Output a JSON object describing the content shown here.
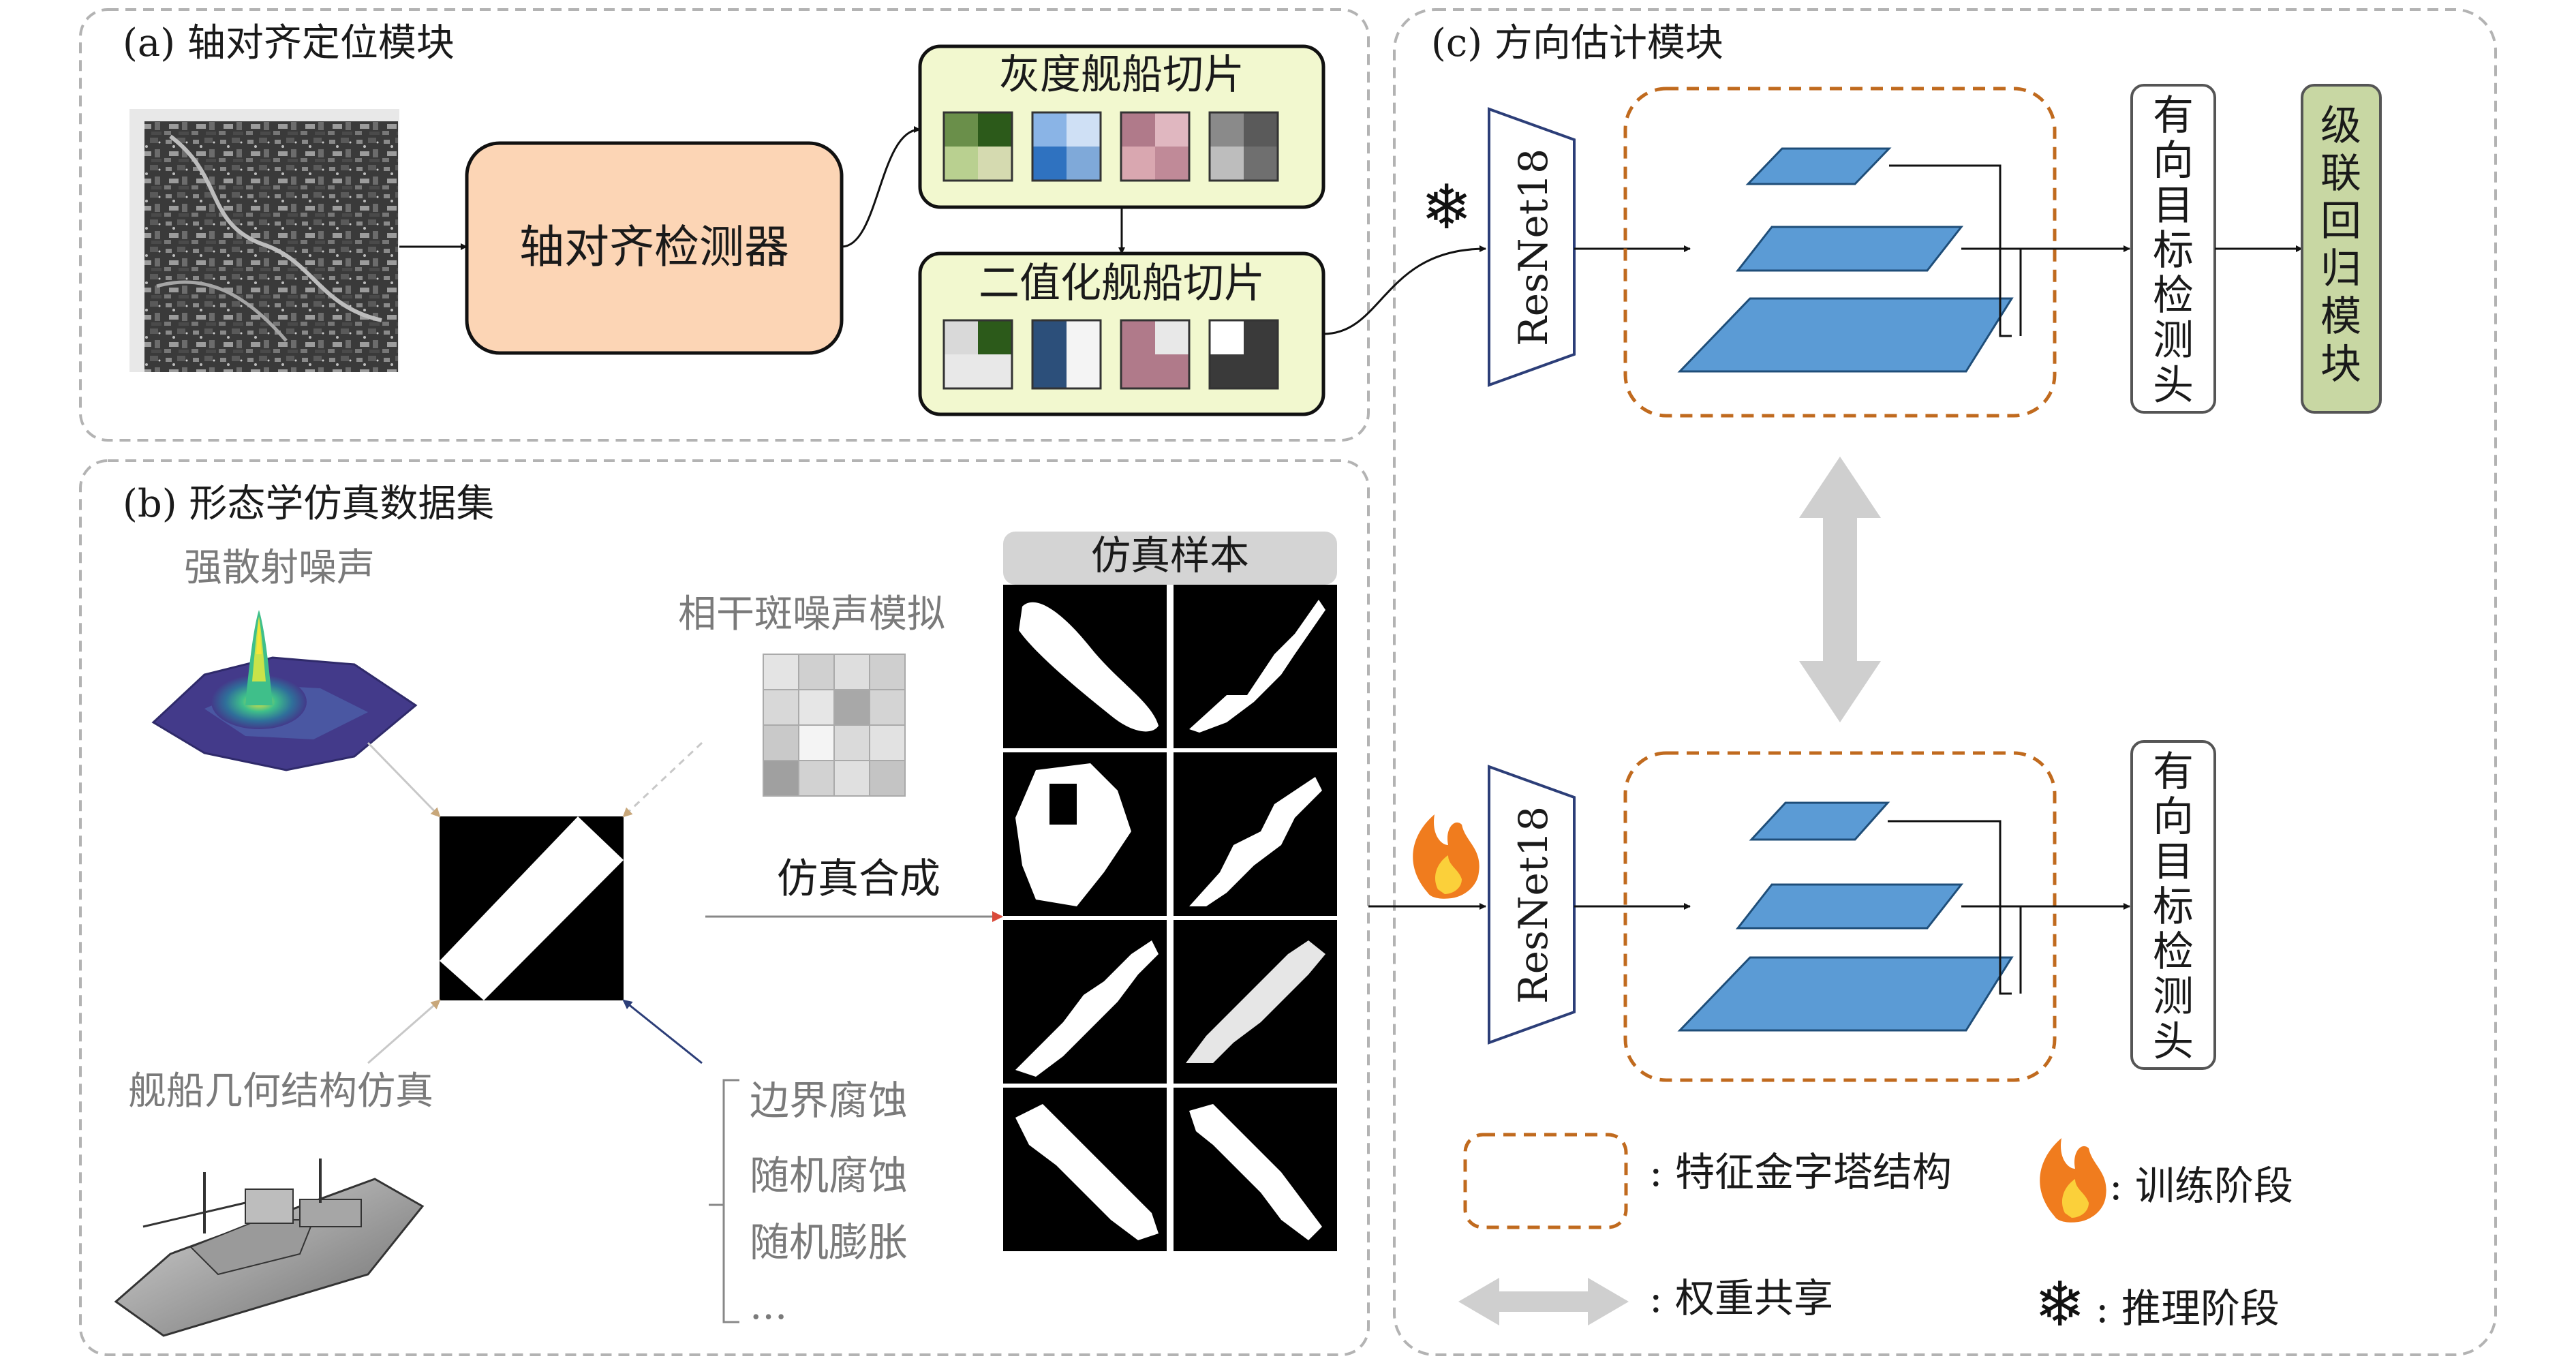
{
  "colors": {
    "panel_border": "#b3b3b3",
    "detector_fill": "#fcd5b5",
    "slice_box_fill": "#f2f8cf",
    "fpn_border": "#c06a1e",
    "layer_blue": "#5b9bd5",
    "cascade_fill": "#c8d7a3",
    "shared_arrow": "#cfcfcf"
  },
  "panel_a": {
    "title": "(a) 轴对齐定位模块",
    "detector_label": "轴对齐检测器",
    "gray_slices_label": "灰度舰船切片",
    "binary_slices_label": "二值化舰船切片"
  },
  "panel_b": {
    "title": "(b) 形态学仿真数据集",
    "strong_scatter_label": "强散射噪声",
    "geometry_label": "舰船几何结构仿真",
    "speckle_label": "相干斑噪声模拟",
    "synthesis_label": "仿真合成",
    "samples_header": "仿真样本",
    "ops": [
      "边界腐蚀",
      "随机腐蚀",
      "随机膨胀",
      "..."
    ]
  },
  "panel_c": {
    "title": "(c) 方向估计模块",
    "backbone_top": "ResNet18",
    "backbone_bottom": "ResNet18",
    "head_top": [
      "有",
      "向",
      "目",
      "标",
      "检",
      "测",
      "头"
    ],
    "head_bottom": [
      "有",
      "向",
      "目",
      "标",
      "检",
      "测",
      "头"
    ],
    "cascade": [
      "级",
      "联",
      "回",
      "归",
      "模",
      "块"
    ]
  },
  "legend": {
    "fpn": ": 特征金字塔结构",
    "train": ": 训练阶段",
    "share": ": 权重共享",
    "infer": ": 推理阶段"
  }
}
